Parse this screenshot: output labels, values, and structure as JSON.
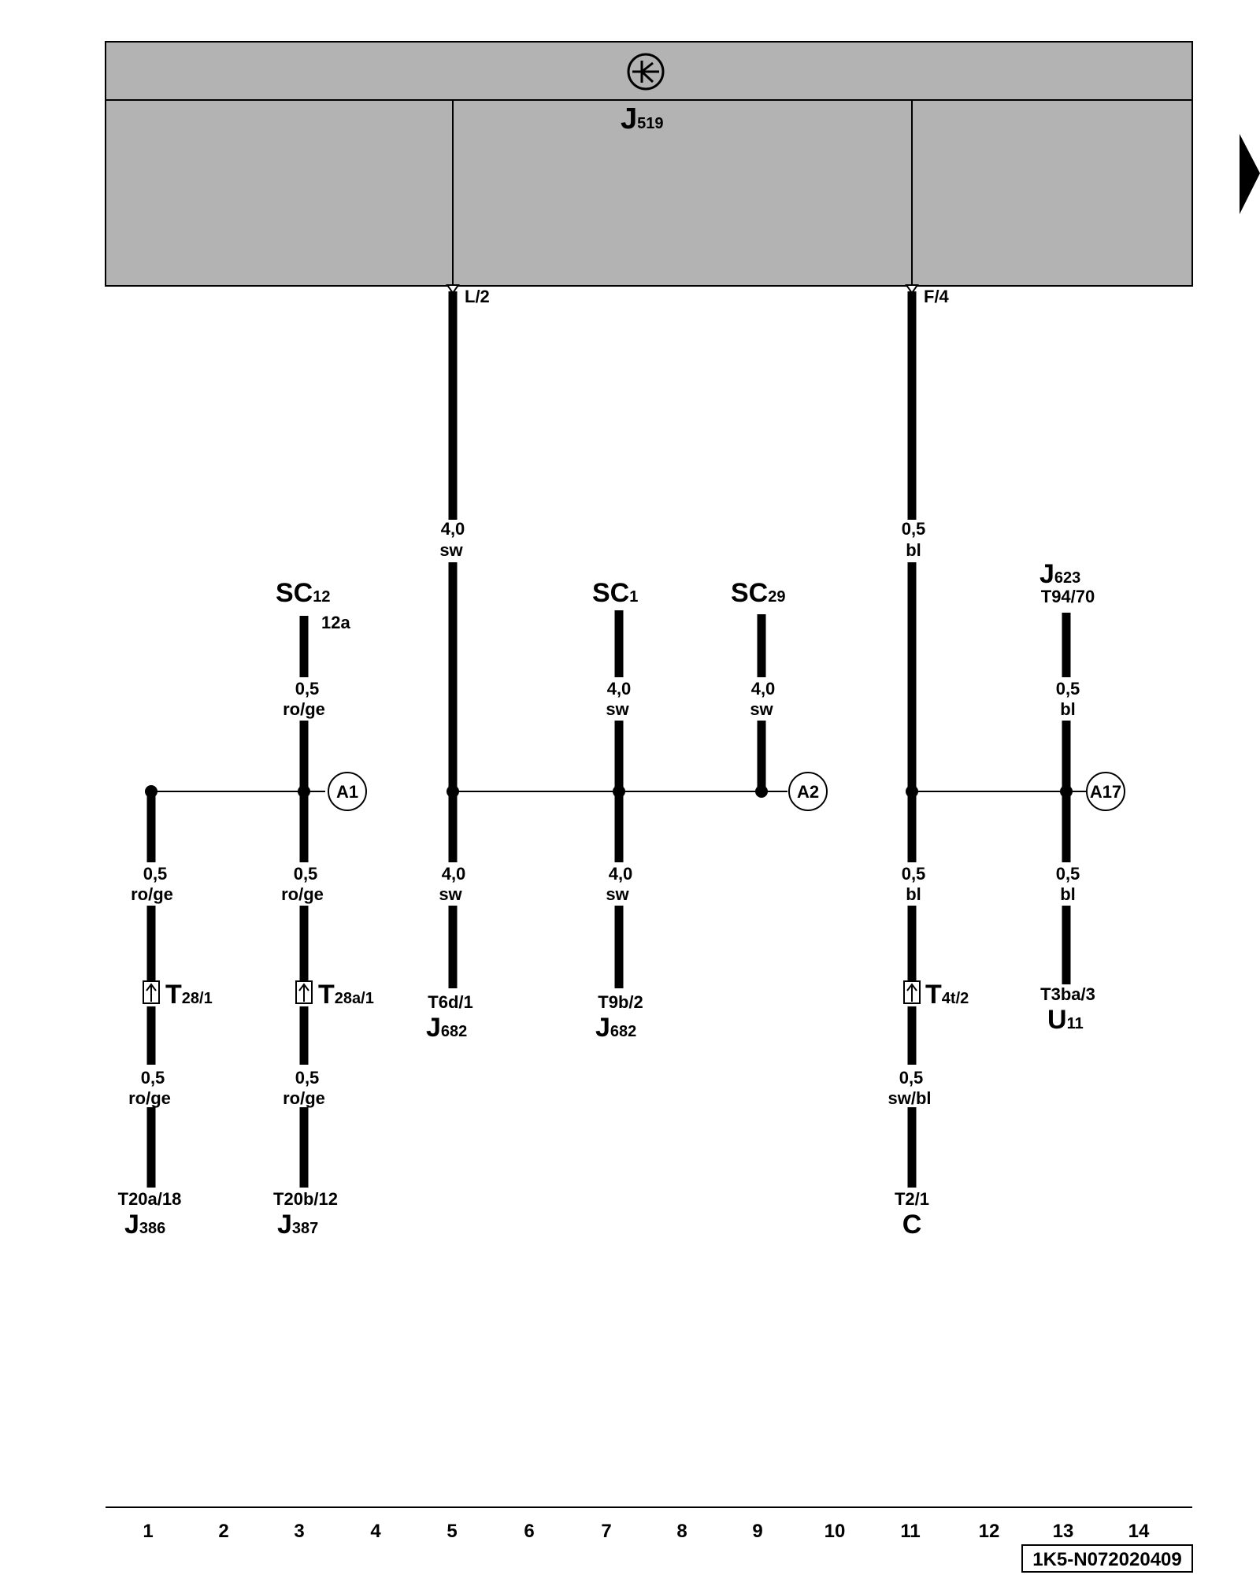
{
  "control_unit": {
    "letter": "J",
    "number": "519"
  },
  "pins": {
    "left": "L/2",
    "right": "F/4"
  },
  "wires": {
    "main_top": {
      "size": "4,0",
      "color": "sw"
    },
    "f4_top": {
      "size": "0,5",
      "color": "bl"
    },
    "sc12_wire": {
      "size": "0,5",
      "color": "ro/ge"
    },
    "sc1_wire": {
      "size": "4,0",
      "color": "sw"
    },
    "sc29_wire": {
      "size": "4,0",
      "color": "sw"
    },
    "j623_wire": {
      "size": "0,5",
      "color": "bl"
    },
    "c1_mid": {
      "size": "0,5",
      "color": "ro/ge"
    },
    "c3_mid": {
      "size": "0,5",
      "color": "ro/ge"
    },
    "c5_mid": {
      "size": "4,0",
      "color": "sw"
    },
    "c7_mid": {
      "size": "4,0",
      "color": "sw"
    },
    "c11_mid": {
      "size": "0,5",
      "color": "bl"
    },
    "c13_mid": {
      "size": "0,5",
      "color": "bl"
    },
    "c1_low": {
      "size": "0,5",
      "color": "ro/ge"
    },
    "c3_low": {
      "size": "0,5",
      "color": "ro/ge"
    },
    "c11_low": {
      "size": "0,5",
      "color": "sw/bl"
    }
  },
  "sources": {
    "sc12": {
      "prefix": "SC",
      "num": "12",
      "pin": "12a"
    },
    "sc1": {
      "prefix": "SC",
      "num": "1"
    },
    "sc29": {
      "prefix": "SC",
      "num": "29"
    },
    "j623": {
      "letter": "J",
      "num": "623",
      "pin": "T94/70"
    }
  },
  "nodes": {
    "a1": "A1",
    "a2": "A2",
    "a17": "A17"
  },
  "connectors": {
    "t28": {
      "letter": "T",
      "pin": "28/1"
    },
    "t28a": {
      "letter": "T",
      "pin": "28a/1"
    },
    "t4t": {
      "letter": "T",
      "pin": "4t/2"
    }
  },
  "endpoints": {
    "c1": {
      "pin": "T20a/18",
      "letter": "J",
      "num": "386"
    },
    "c3": {
      "pin": "T20b/12",
      "letter": "J",
      "num": "387"
    },
    "c5": {
      "pin": "T6d/1",
      "letter": "J",
      "num": "682"
    },
    "c7": {
      "pin": "T9b/2",
      "letter": "J",
      "num": "682"
    },
    "c11": {
      "pin": "T2/1",
      "letter": "C",
      "num": ""
    },
    "c13": {
      "pin": "T3ba/3",
      "letter": "U",
      "num": "11"
    }
  },
  "columns": [
    "1",
    "2",
    "3",
    "4",
    "5",
    "6",
    "7",
    "8",
    "9",
    "10",
    "11",
    "12",
    "13",
    "14"
  ],
  "doc_id": "1K5-N072020409"
}
